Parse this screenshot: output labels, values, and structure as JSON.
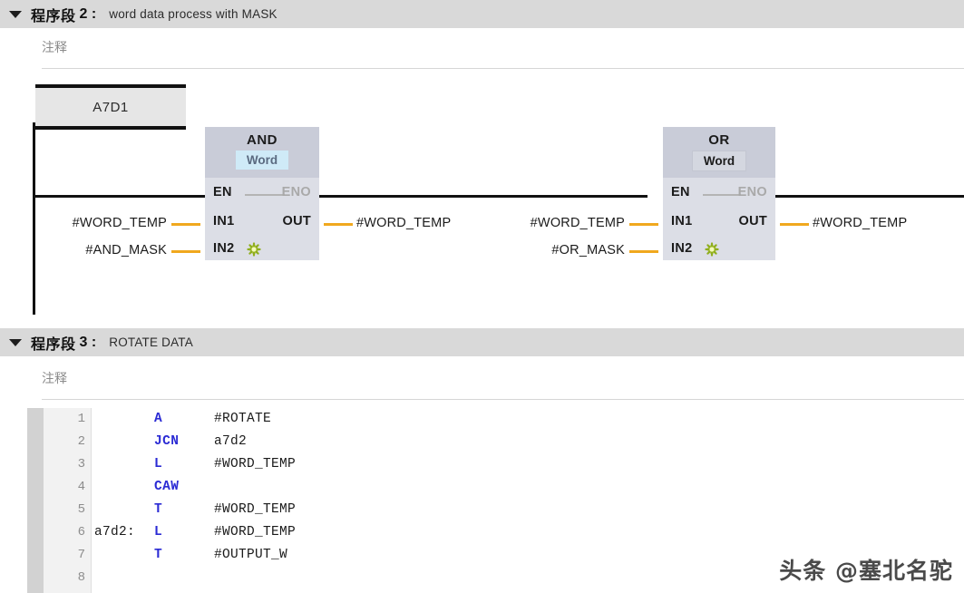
{
  "networks": [
    {
      "caret": "collapse-triangle",
      "title": "程序段",
      "number": "2",
      "colon": ":",
      "description": "word data process with MASK",
      "comment_placeholder": "注释"
    },
    {
      "caret": "collapse-triangle",
      "title": "程序段",
      "number": "3",
      "colon": ":",
      "description": "ROTATE DATA",
      "comment_placeholder": "注释"
    }
  ],
  "ladder": {
    "jump_label": "A7D1",
    "blocks": [
      {
        "name": "AND",
        "type": "Word",
        "type_style": "selected",
        "pins": {
          "en": "EN",
          "eno": "ENO",
          "in1": "IN1",
          "in2": "IN2",
          "out": "OUT"
        },
        "in1_operand": "#WORD_TEMP",
        "in2_operand": "#AND_MASK",
        "out_operand": "#WORD_TEMP",
        "in2_icon": "add-parameter-star-icon"
      },
      {
        "name": "OR",
        "type": "Word",
        "type_style": "boxed",
        "pins": {
          "en": "EN",
          "eno": "ENO",
          "in1": "IN1",
          "in2": "IN2",
          "out": "OUT"
        },
        "in1_operand": "#WORD_TEMP",
        "in2_operand": "#OR_MASK",
        "out_operand": "#WORD_TEMP",
        "in2_icon": "add-parameter-star-icon"
      }
    ]
  },
  "stl": {
    "rows": [
      {
        "ln": "1",
        "label": "",
        "op": "A",
        "arg": "#ROTATE"
      },
      {
        "ln": "2",
        "label": "",
        "op": "JCN",
        "arg": "a7d2"
      },
      {
        "ln": "3",
        "label": "",
        "op": "L",
        "arg": "#WORD_TEMP"
      },
      {
        "ln": "4",
        "label": "",
        "op": "CAW",
        "arg": ""
      },
      {
        "ln": "5",
        "label": "",
        "op": "T",
        "arg": "#WORD_TEMP"
      },
      {
        "ln": "6",
        "label": "a7d2:",
        "op": "L",
        "arg": "#WORD_TEMP"
      },
      {
        "ln": "7",
        "label": "",
        "op": "T",
        "arg": "#OUTPUT_W"
      },
      {
        "ln": "8",
        "label": "",
        "op": "",
        "arg": ""
      }
    ]
  },
  "watermark": {
    "text": "头条 @塞北名驼"
  },
  "colors": {
    "header_bar": "#d9d9d9",
    "block_body": "#dcdee6",
    "block_head": "#c9ccd8",
    "wire": "#f0a81e",
    "rail": "#111111",
    "keyword": "#2b2bd4",
    "selection": "#cfeaf7"
  }
}
